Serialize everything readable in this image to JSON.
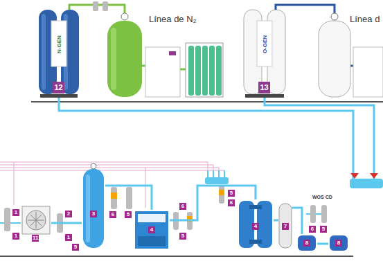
{
  "diagram": {
    "nodes": [
      {
        "text": [
          "N-GEN",
          "12"
        ]
      },
      {
        "text": [
          "O-GEN",
          "13"
        ]
      },
      {
        "text": [
          "11"
        ]
      },
      {
        "text": [
          "3"
        ]
      },
      {
        "text": [
          "4"
        ]
      },
      {
        "text": [
          "4"
        ]
      },
      {
        "text": [
          "7"
        ]
      },
      {
        "text": [
          "8"
        ]
      },
      {
        "text": [
          "8"
        ]
      }
    ],
    "edges": [
      {
        "from": 2,
        "to": 3,
        "arrow": "none"
      },
      {
        "from": 3,
        "to": 4,
        "arrow": "none"
      },
      {
        "from": 4,
        "to": 5,
        "arrow": "none"
      },
      {
        "from": 5,
        "to": 6,
        "arrow": "none"
      },
      {
        "from": 6,
        "to": 7,
        "arrow": "none"
      },
      {
        "from": 7,
        "to": 8,
        "arrow": "none"
      }
    ],
    "labels": [
      "Línea de N₂",
      "Línea d",
      "1",
      "1",
      "2",
      "1",
      "5",
      "6",
      "5",
      "6",
      "5",
      "5",
      "6",
      "WOS CD",
      "6",
      "5"
    ]
  }
}
